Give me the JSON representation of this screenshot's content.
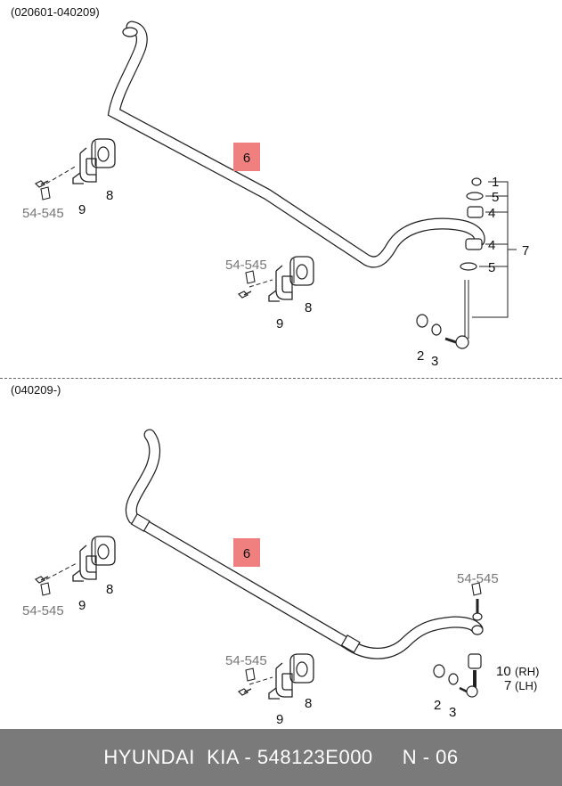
{
  "sections": {
    "top": {
      "range": "(020601-040209)"
    },
    "bottom": {
      "range": "(040209-)"
    }
  },
  "callouts": {
    "top": {
      "bar": "6",
      "left_ref": "54-545",
      "left_bracket": "9",
      "left_bushing": "8",
      "mid_ref": "54-545",
      "mid_bracket": "9",
      "mid_bushing": "8",
      "link_1": "1",
      "link_5a": "5",
      "link_4a": "4",
      "link_4b": "4",
      "link_5b": "5",
      "link_7": "7",
      "nut_2": "2",
      "washer_3": "3"
    },
    "bottom": {
      "bar": "6",
      "left_ref": "54-545",
      "left_bracket": "9",
      "left_bushing": "8",
      "mid_ref": "54-545",
      "mid_bracket": "9",
      "mid_bushing": "8",
      "right_ref": "54-545",
      "link_rh_num": "10",
      "link_rh_side": "(RH)",
      "link_lh_num": "7",
      "link_lh_side": "(LH)",
      "nut_2": "2",
      "washer_3": "3"
    }
  },
  "footer": {
    "text": "HYUNDAI  KIA - 548123E000     N - 06"
  },
  "colors": {
    "highlight": "#f08080",
    "footer_bg": "#7a7a7a",
    "line": "#222222"
  }
}
